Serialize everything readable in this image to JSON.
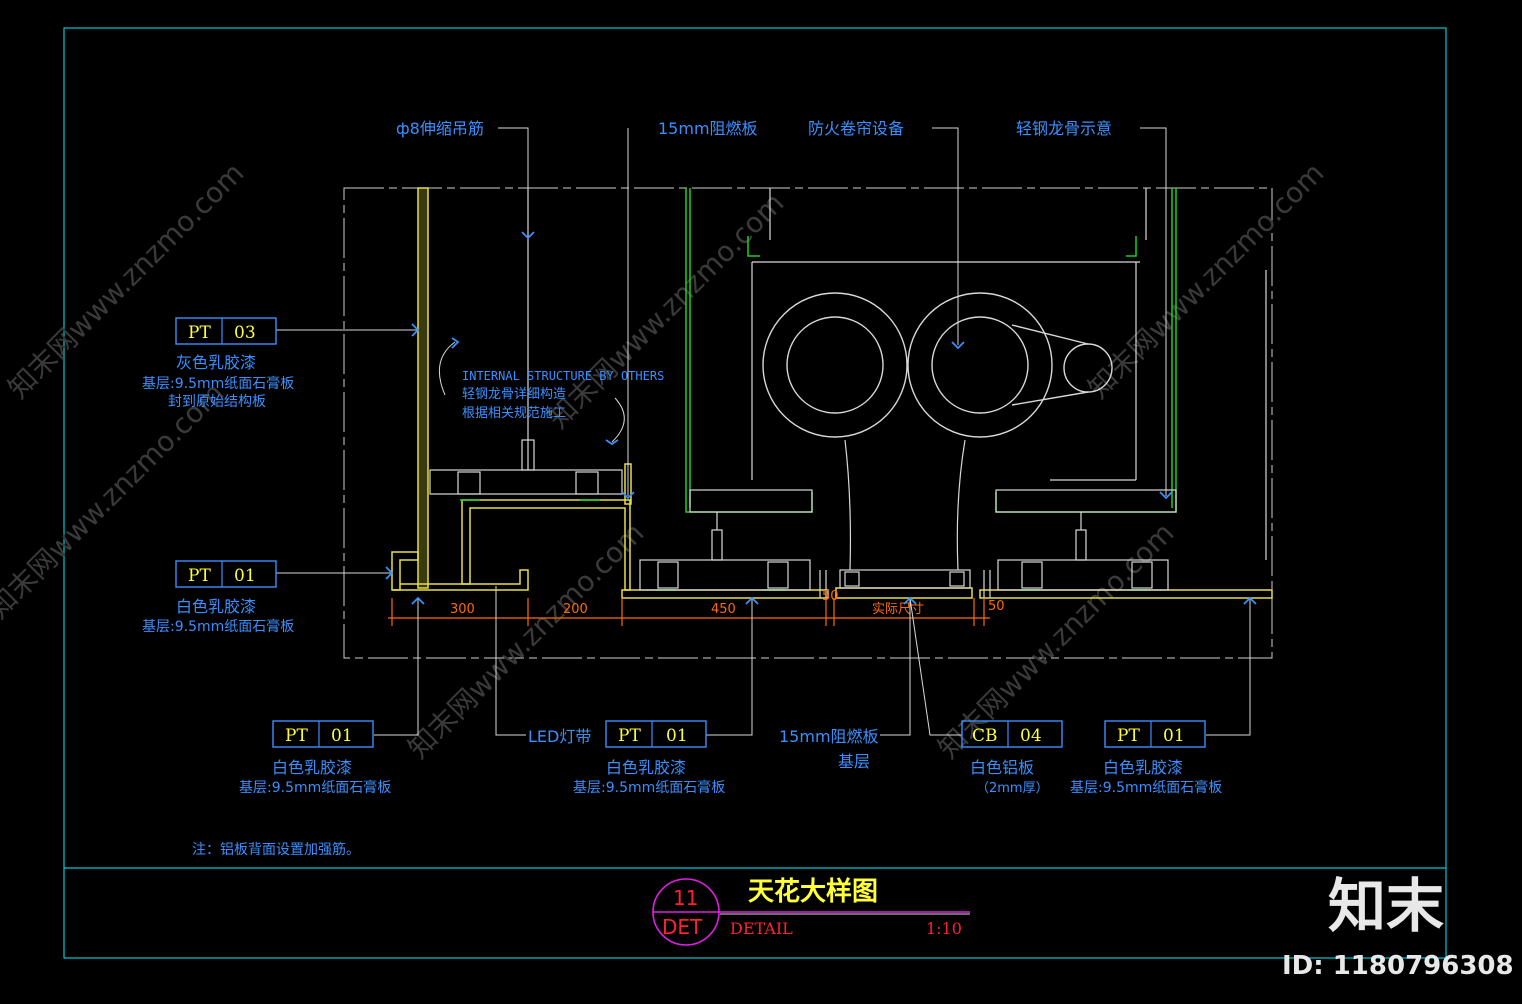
{
  "drawing": {
    "title": "天花大样图",
    "detail_no": "11",
    "detail_code": "DET",
    "detail_word": "DETAIL",
    "scale": "1:10",
    "note": "注：铝板背面设置加强筋。",
    "internal_note_en": "INTERNAL STRUCTURE BY OTHERS",
    "internal_note_cn1": "轻钢龙骨详细构造",
    "internal_note_cn2": "根据相关规范施工"
  },
  "top_callouts": [
    {
      "text": "ф8伸缩吊筋"
    },
    {
      "text": "15mm阻燃板"
    },
    {
      "text": "防火卷帘设备"
    },
    {
      "text": "轻钢龙骨示意"
    }
  ],
  "tags": {
    "pt03_left": {
      "code": "PT",
      "num": "03",
      "name": "灰色乳胶漆",
      "sub1": "基层:9.5mm纸面石膏板",
      "sub2": "封到原始结构板"
    },
    "pt01_left": {
      "code": "PT",
      "num": "01",
      "name": "白色乳胶漆",
      "sub1": "基层:9.5mm纸面石膏板"
    },
    "pt01_b1": {
      "code": "PT",
      "num": "01",
      "name": "白色乳胶漆",
      "sub1": "基层:9.5mm纸面石膏板"
    },
    "pt01_b2": {
      "code": "PT",
      "num": "01",
      "name": "白色乳胶漆",
      "sub1": "基层:9.5mm纸面石膏板"
    },
    "cb04": {
      "code": "CB",
      "num": "04",
      "name": "白色铝板",
      "sub1": "（2mm厚）"
    },
    "pt01_b3": {
      "code": "PT",
      "num": "01",
      "name": "白色乳胶漆",
      "sub1": "基层:9.5mm纸面石膏板"
    }
  },
  "bottom_callouts": {
    "led": "LED灯带",
    "board1": "15mm阻燃板",
    "board2": "基层"
  },
  "dimensions": [
    "300",
    "200",
    "450",
    "50",
    "实际尺寸",
    "50"
  ],
  "brand": {
    "logo": "知末",
    "id": "ID: 1180796308",
    "watermark": "知末网www.znzmo.com"
  },
  "colors": {
    "frame": "#00c8d8",
    "label": "#3a8fff",
    "tag_text": "#ffff3a",
    "yellow_struct": "#e8e040",
    "green": "#20d020",
    "dim": "#ff6a00",
    "title_circle": "#e020e0",
    "red": "#ff2030"
  }
}
